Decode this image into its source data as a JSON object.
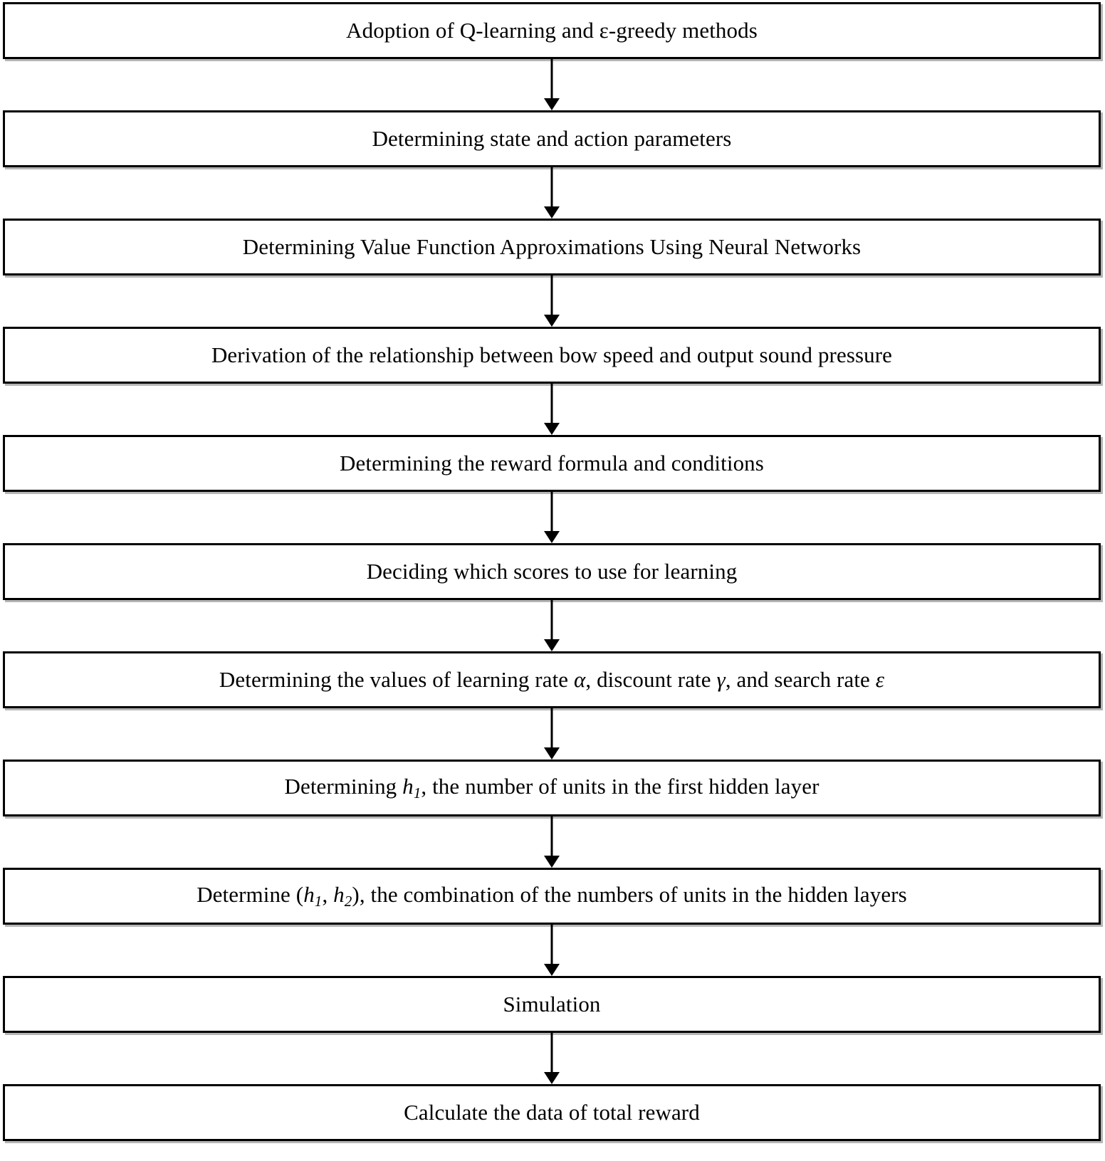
{
  "diagram": {
    "type": "flowchart",
    "orientation": "vertical-top-to-bottom",
    "title": "",
    "node_count": 11,
    "connector_count": 10,
    "colors": {
      "background": "#ffffff",
      "box_fill": "#ffffff",
      "box_border": "#000000",
      "text": "#000000",
      "arrow": "#000000",
      "shadow": "#787878"
    },
    "nodes": [
      {
        "id": "node-1",
        "name": "adoption-of-q-learning-and-epsilon-greedy-methods",
        "text_parts": [
          {
            "type": "text",
            "value": "Adoption of Q-learning and "
          },
          {
            "type": "symbol-upright",
            "value": "ε"
          },
          {
            "type": "text",
            "value": "-greedy methods"
          }
        ],
        "plain_text": "Adoption of Q-learning and ε-greedy methods"
      },
      {
        "id": "node-2",
        "name": "determining-state-and-action-parameters",
        "text_parts": [
          {
            "type": "text",
            "value": "Determining state and action parameters"
          }
        ],
        "plain_text": "Determining state and action parameters"
      },
      {
        "id": "node-3",
        "name": "determining-value-function-approximations-using-neural-networks",
        "text_parts": [
          {
            "type": "text",
            "value": "Determining Value Function Approximations Using Neural Networks"
          }
        ],
        "plain_text": "Determining Value Function Approximations Using Neural Networks"
      },
      {
        "id": "node-4",
        "name": "derivation-of-relationship-between-bow-speed-and-output-sound-pressure",
        "text_parts": [
          {
            "type": "text",
            "value": "Derivation of the relationship between bow speed and output sound pressure"
          }
        ],
        "plain_text": "Derivation of the relationship between bow speed and output sound pressure"
      },
      {
        "id": "node-5",
        "name": "determining-the-reward-formula-and-conditions",
        "text_parts": [
          {
            "type": "text",
            "value": "Determining the reward formula and conditions"
          }
        ],
        "plain_text": "Determining the reward formula and conditions"
      },
      {
        "id": "node-6",
        "name": "deciding-which-scores-to-use-for-learning",
        "text_parts": [
          {
            "type": "text",
            "value": "Deciding which scores to use for learning"
          }
        ],
        "plain_text": "Deciding which scores to use for learning"
      },
      {
        "id": "node-7",
        "name": "determining-values-of-learning-rate-discount-rate-and-search-rate",
        "text_parts": [
          {
            "type": "text",
            "value": "Determining the values of learning rate  "
          },
          {
            "type": "symbol-italic",
            "value": "α"
          },
          {
            "type": "text",
            "value": ", discount rate "
          },
          {
            "type": "symbol-italic",
            "value": "γ"
          },
          {
            "type": "text",
            "value": ", and search rate "
          },
          {
            "type": "symbol-italic",
            "value": "ε"
          }
        ],
        "plain_text": "Determining the values of learning rate  α, discount rate γ, and search rate ε"
      },
      {
        "id": "node-8",
        "name": "determining-h1-number-of-units-in-first-hidden-layer",
        "text_parts": [
          {
            "type": "text",
            "value": "Determining "
          },
          {
            "type": "var-sub",
            "var": "h",
            "sub": "1"
          },
          {
            "type": "text",
            "value": ", the number of units in the first hidden layer"
          }
        ],
        "plain_text": "Determining h₁, the number of units in the first hidden layer"
      },
      {
        "id": "node-9",
        "name": "determine-h1-h2-combination-of-numbers-of-units-in-hidden-layers",
        "text_parts": [
          {
            "type": "text",
            "value": "Determine ("
          },
          {
            "type": "var-sub",
            "var": "h",
            "sub": "1"
          },
          {
            "type": "text",
            "value": ", "
          },
          {
            "type": "var-sub",
            "var": "h",
            "sub": "2"
          },
          {
            "type": "text",
            "value": "), the combination of the numbers of units in the hidden layers"
          }
        ],
        "plain_text": "Determine (h₁, h₂), the combination of the numbers of units in the hidden layers"
      },
      {
        "id": "node-10",
        "name": "simulation",
        "text_parts": [
          {
            "type": "text",
            "value": "Simulation"
          }
        ],
        "plain_text": "Simulation"
      },
      {
        "id": "node-11",
        "name": "calculate-the-data-of-total-reward",
        "text_parts": [
          {
            "type": "text",
            "value": "Calculate the data of total reward"
          }
        ],
        "plain_text": "Calculate the data of total reward"
      }
    ],
    "connectors": [
      {
        "id": "arrow-1",
        "from": "node-1",
        "to": "node-2",
        "glyph": "down-arrow"
      },
      {
        "id": "arrow-2",
        "from": "node-2",
        "to": "node-3",
        "glyph": "down-arrow"
      },
      {
        "id": "arrow-3",
        "from": "node-3",
        "to": "node-4",
        "glyph": "down-arrow"
      },
      {
        "id": "arrow-4",
        "from": "node-4",
        "to": "node-5",
        "glyph": "down-arrow"
      },
      {
        "id": "arrow-5",
        "from": "node-5",
        "to": "node-6",
        "glyph": "down-arrow"
      },
      {
        "id": "arrow-6",
        "from": "node-6",
        "to": "node-7",
        "glyph": "down-arrow"
      },
      {
        "id": "arrow-7",
        "from": "node-7",
        "to": "node-8",
        "glyph": "down-arrow"
      },
      {
        "id": "arrow-8",
        "from": "node-8",
        "to": "node-9",
        "glyph": "down-arrow"
      },
      {
        "id": "arrow-9",
        "from": "node-9",
        "to": "node-10",
        "glyph": "down-arrow"
      },
      {
        "id": "arrow-10",
        "from": "node-10",
        "to": "node-11",
        "glyph": "down-arrow"
      }
    ]
  }
}
